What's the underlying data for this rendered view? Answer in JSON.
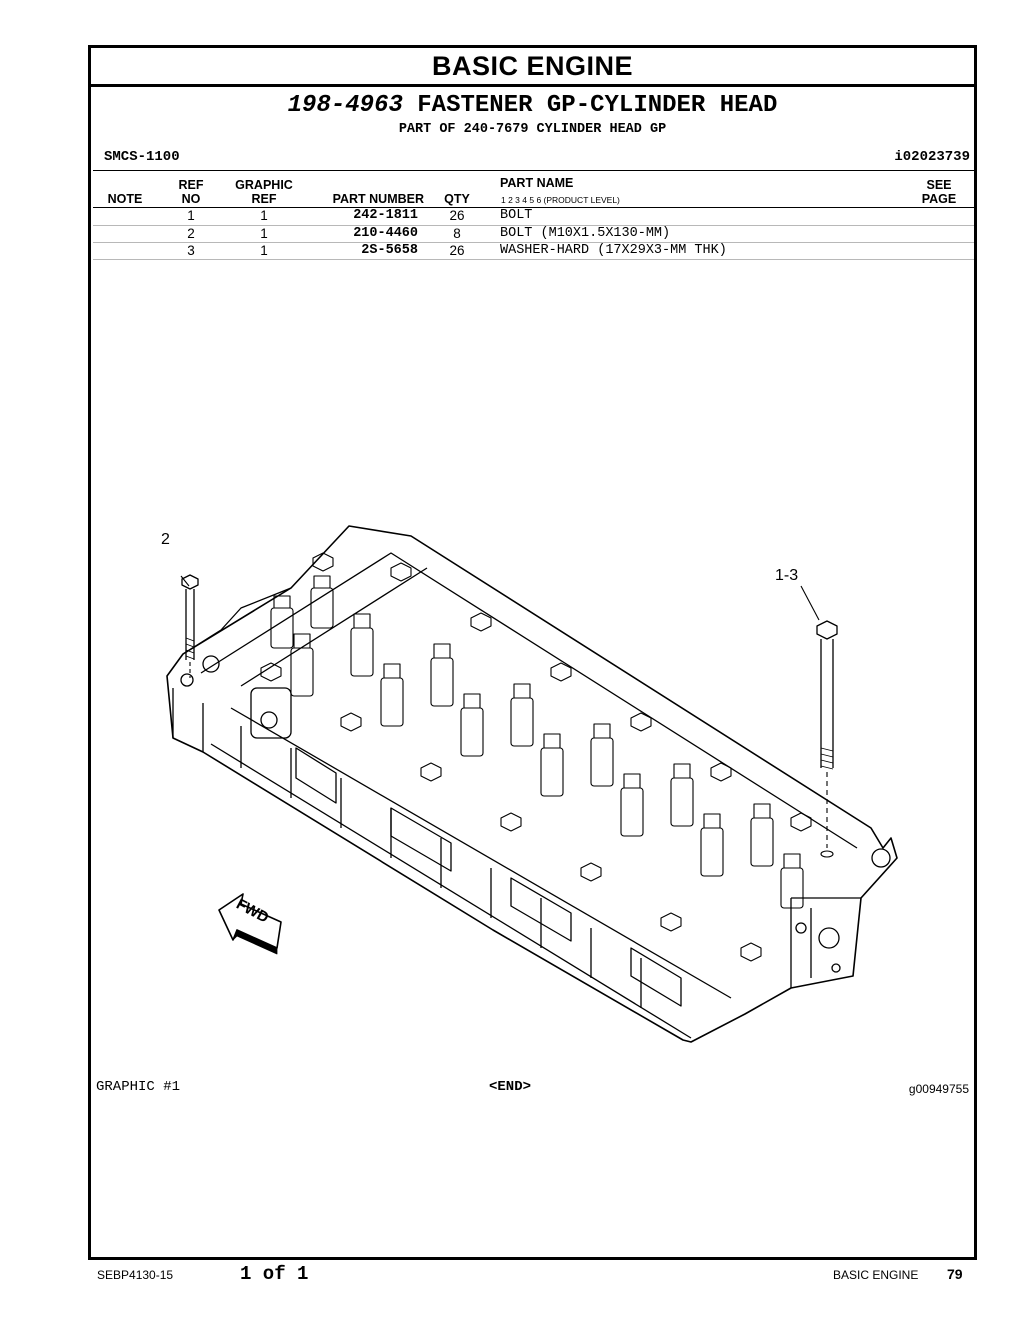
{
  "header": {
    "section_title": "BASIC ENGINE",
    "group_number": "198-4963",
    "group_name": "FASTENER GP-CYLINDER HEAD",
    "part_of": "PART OF 240-7679 CYLINDER HEAD GP",
    "smcs": "SMCS-1100",
    "info_id": "i02023739"
  },
  "table": {
    "columns": {
      "note": "NOTE",
      "ref_no_top": "REF",
      "ref_no_bottom": "NO",
      "graphic_ref_top": "GRAPHIC",
      "graphic_ref_bottom": "REF",
      "part_number": "PART NUMBER",
      "qty": "QTY",
      "part_name": "PART NAME",
      "product_levels": "1   2   3   4   5   6   (PRODUCT LEVEL)",
      "see_page_top": "SEE",
      "see_page_bottom": "PAGE"
    },
    "rows": [
      {
        "ref_no": "1",
        "graphic_ref": "1",
        "part_number": "242-1811",
        "qty": "26",
        "part_name": "BOLT"
      },
      {
        "ref_no": "2",
        "graphic_ref": "1",
        "part_number": "210-4460",
        "qty": "8",
        "part_name": "BOLT (M10X1.5X130-MM)"
      },
      {
        "ref_no": "3",
        "graphic_ref": "1",
        "part_number": "2S-5658",
        "qty": "26",
        "part_name": "WASHER-HARD (17X29X3-MM THK)"
      }
    ]
  },
  "graphic": {
    "callout_left": "2",
    "callout_right": "1-3",
    "fwd_label": "FWD",
    "label": "GRAPHIC #1",
    "end_marker": "<END>",
    "graphic_id": "g00949755"
  },
  "footer": {
    "doc_number": "SEBP4130-15",
    "page_of": "1 of 1",
    "section": "BASIC ENGINE",
    "page_number": "79"
  }
}
